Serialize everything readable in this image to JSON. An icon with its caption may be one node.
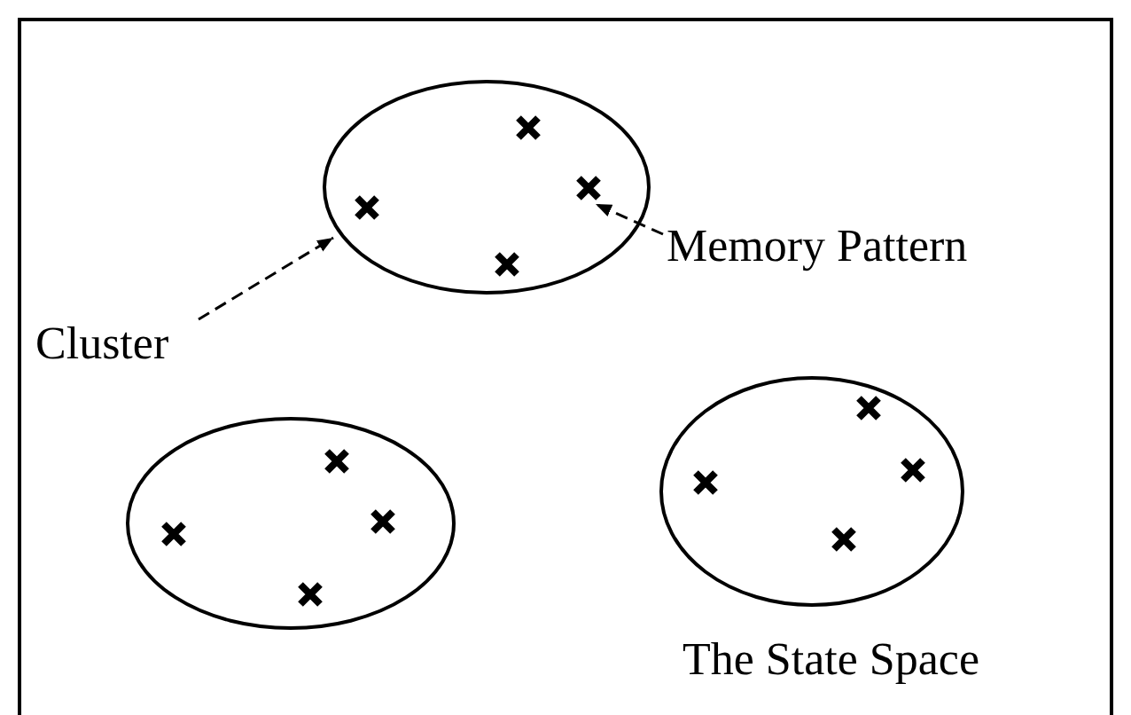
{
  "diagram": {
    "nodes": [
      {
        "text": [
          "The State Space"
        ]
      },
      {
        "text": [],
        "shape": "ellipse",
        "in": 0
      },
      {
        "text": [],
        "shape": "ellipse",
        "in": 0
      },
      {
        "text": [],
        "shape": "ellipse",
        "in": 0
      },
      {
        "text": [],
        "shape": "cross",
        "in": 1
      },
      {
        "text": [
          "Cluster"
        ],
        "in": 0
      },
      {
        "text": [
          "Memory Pattern"
        ],
        "in": 0
      }
    ],
    "edges": [
      {
        "from": 5,
        "to": 1,
        "arrow": "to",
        "style": "dashed"
      },
      {
        "from": 6,
        "to": 4,
        "arrow": "to",
        "style": "dashed"
      }
    ]
  }
}
